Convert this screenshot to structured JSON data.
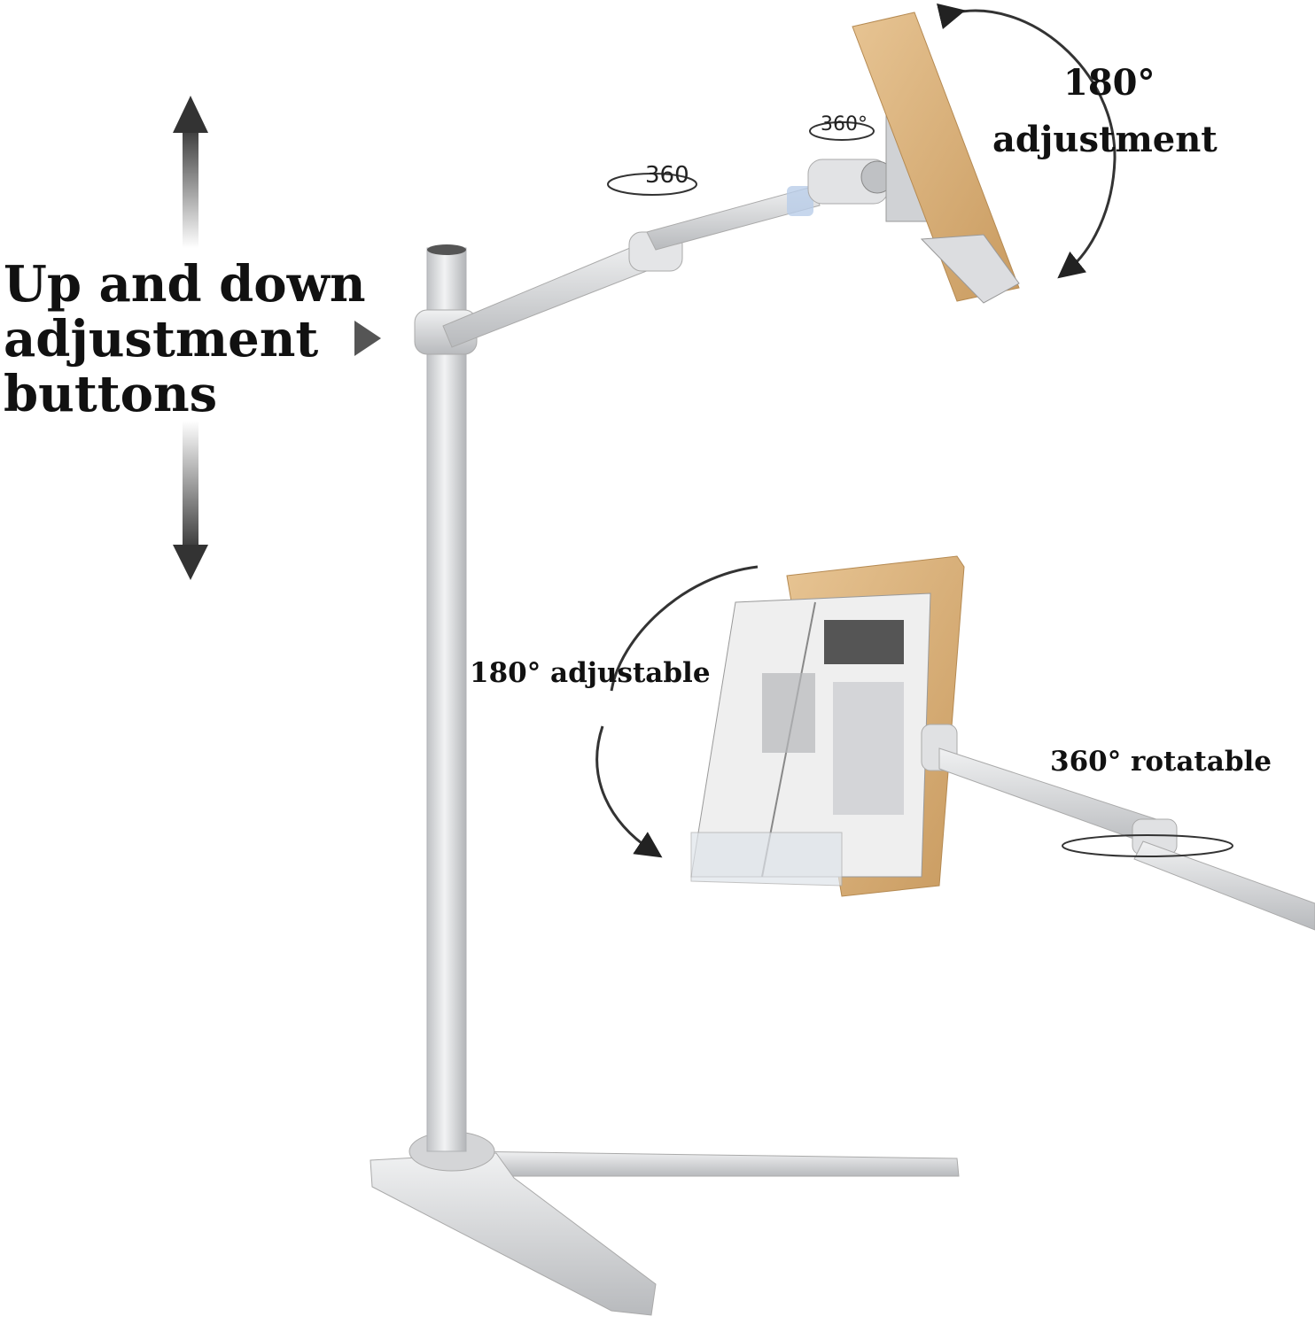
{
  "labels": {
    "up_down_line1": "Up and down",
    "up_down_line2": "adjustment",
    "up_down_line3": "buttons",
    "top_angle": "180°",
    "top_adjust": "adjustment",
    "mid_adjustable": "180°  adjustable",
    "rotatable": "360°  rotatable",
    "arm_rotation": "360",
    "mount_rotation": "360°"
  },
  "colors": {
    "aluminum": "#d9dadc",
    "aluminum_dark": "#a9abae",
    "wood": "#dcb57e",
    "arrow": "#444444",
    "text": "#111111"
  }
}
